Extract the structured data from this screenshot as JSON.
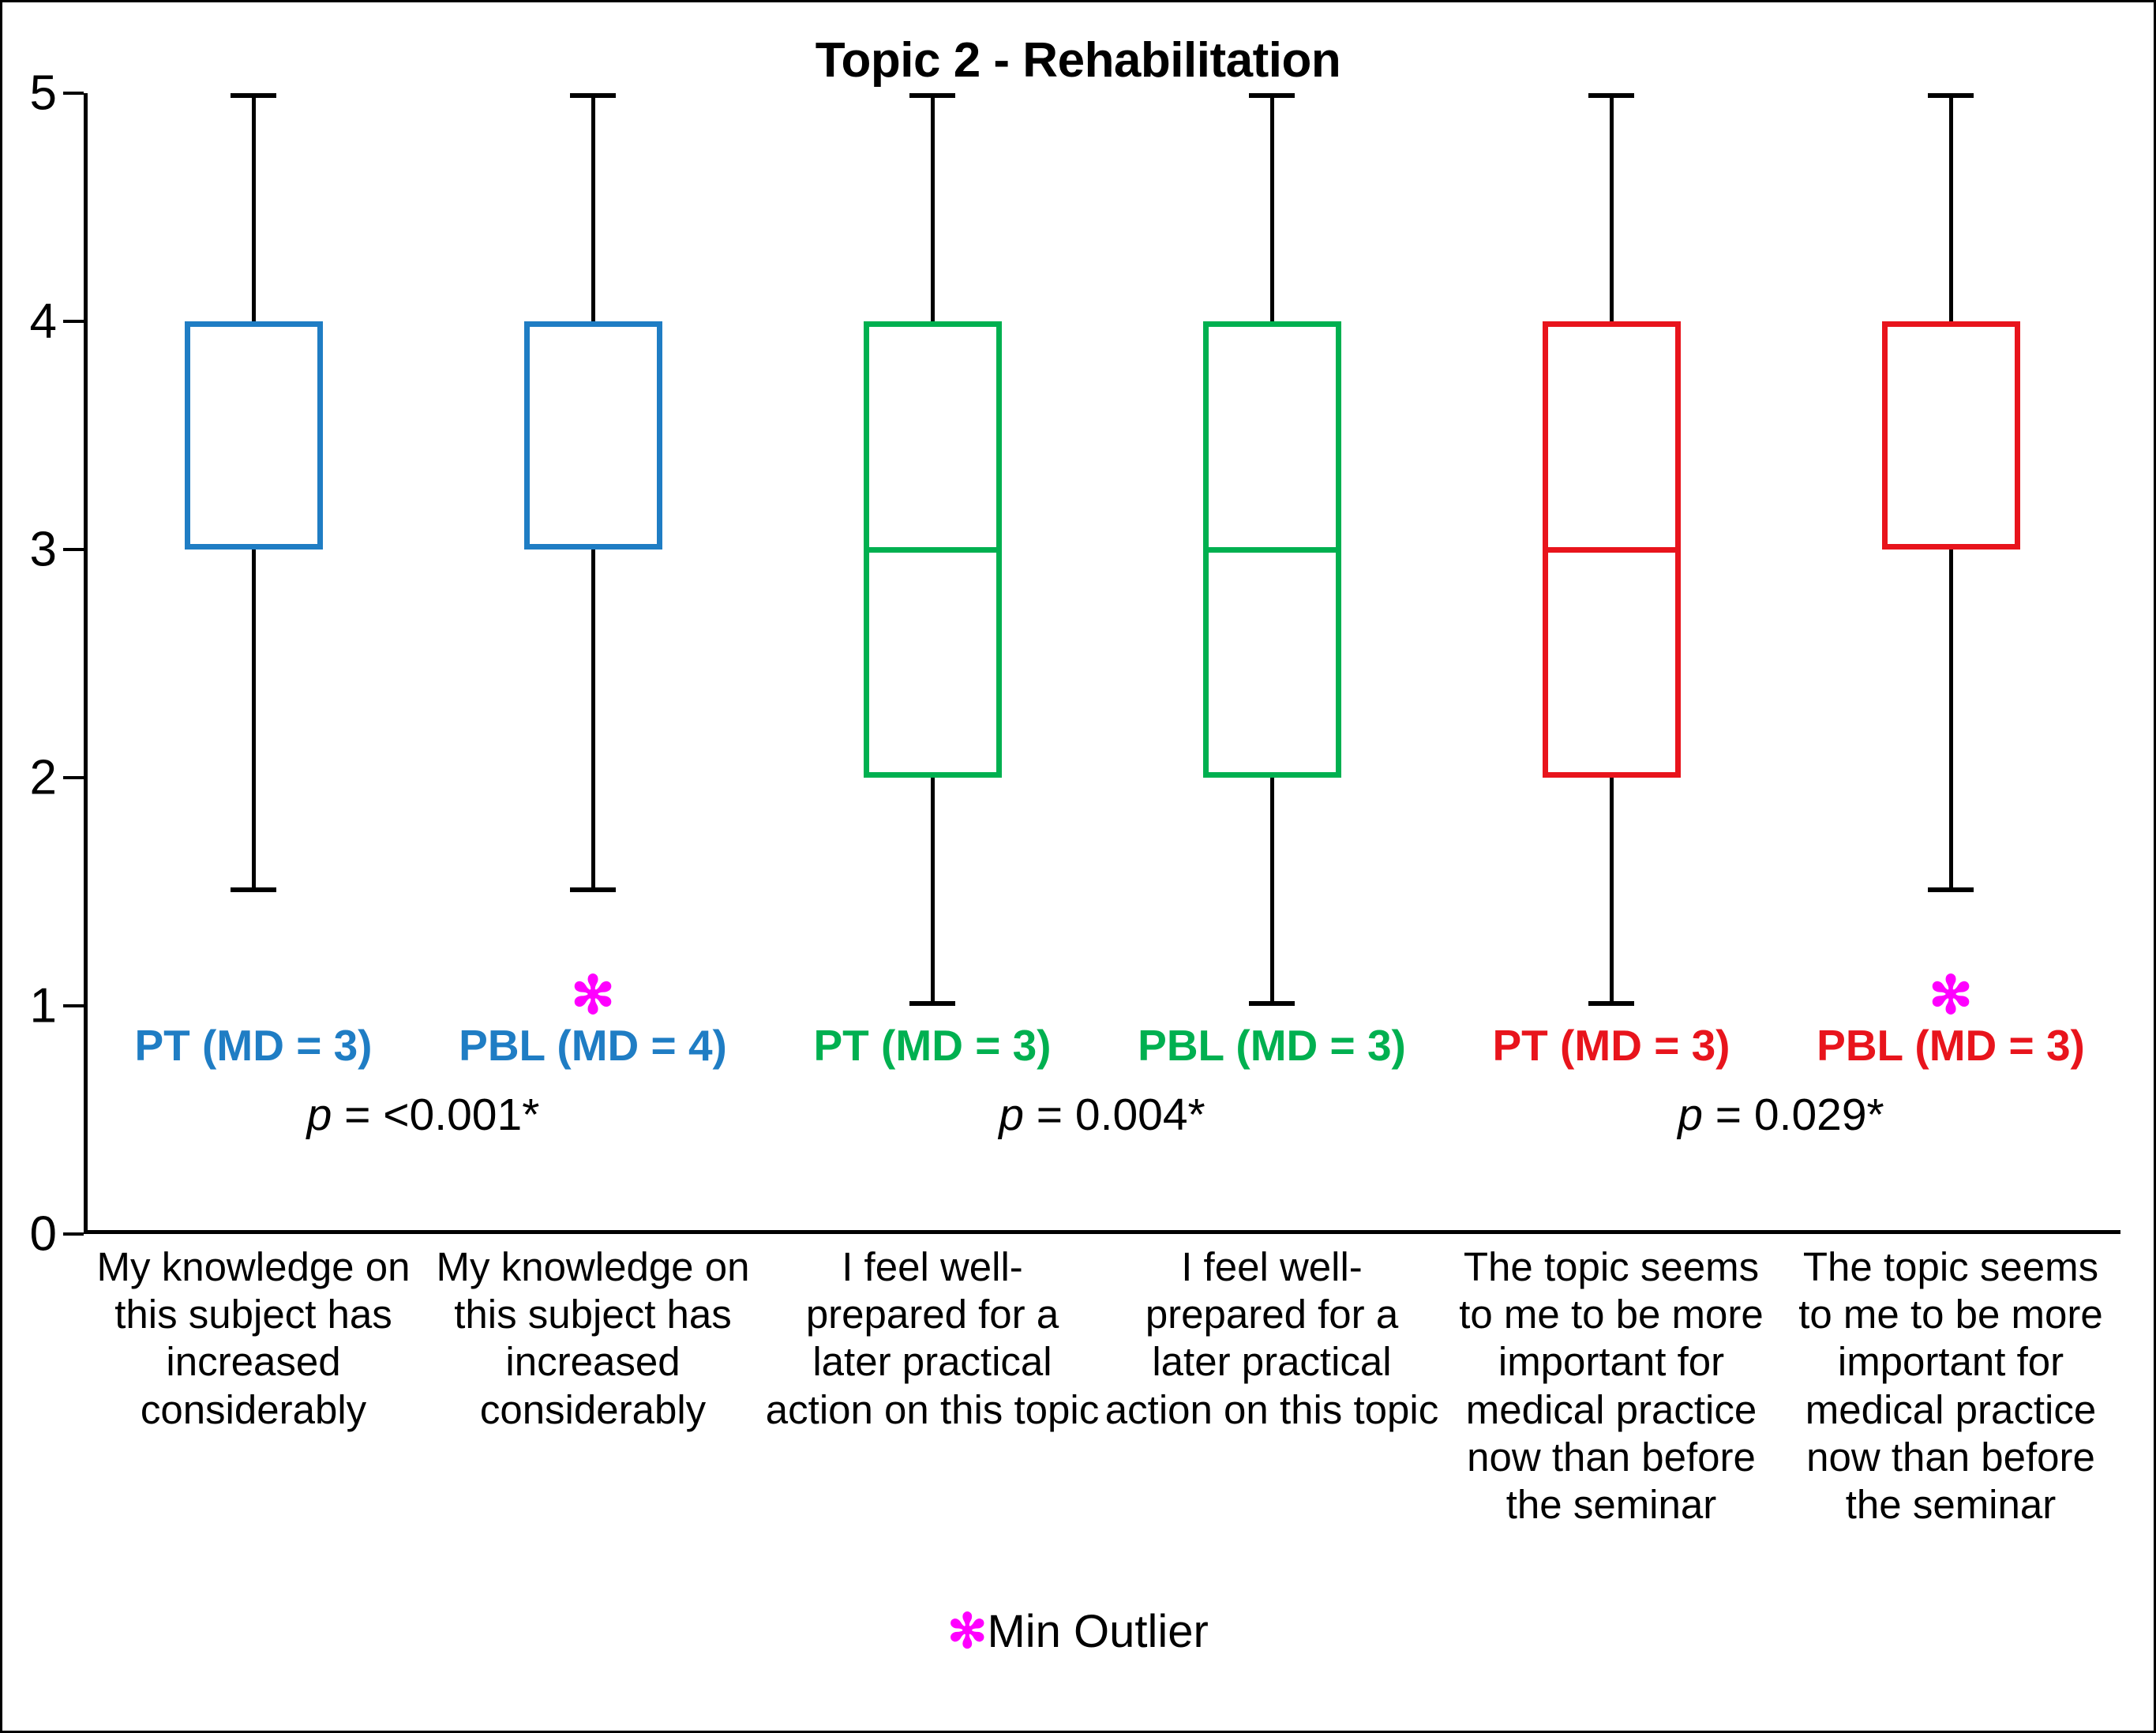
{
  "chart_data": {
    "type": "box",
    "title": "Topic 2 - Rehabilitation",
    "xlabel": "",
    "ylabel": "",
    "ylim": [
      0,
      5
    ],
    "yticks": [
      0,
      1,
      2,
      3,
      4,
      5
    ],
    "ytick_labels": [
      "0",
      "1",
      "2",
      "3",
      "4",
      "5"
    ],
    "grid": false,
    "legend": {
      "position": "bottom-center",
      "marker": "✻",
      "label": "Min Outlier"
    },
    "categories": [
      "My knowledge on this subject has increased considerably",
      "My knowledge on this subject has increased considerably",
      "I feel well-prepared for a later practical action on this topic",
      "I feel well-prepared for a later practical action on this topic",
      "The topic seems to me to be more important for medical practice now than before the seminar",
      "The topic seems to me to be more important for medical practice now than before the seminar"
    ],
    "boxes": [
      {
        "group_label": "PT (MD = 3)",
        "method": "PT",
        "median_label": "MD = 3",
        "color": "#1F7DC4",
        "whisker_low": 1.5,
        "q1": 3,
        "median": 3,
        "q3": 4,
        "whisker_high": 5,
        "outlier": null
      },
      {
        "group_label": "PBL (MD = 4)",
        "method": "PBL",
        "median_label": "MD = 4",
        "color": "#1F7DC4",
        "whisker_low": 1.5,
        "q1": 3,
        "median": 3,
        "q3": 4,
        "whisker_high": 5,
        "outlier": 1.05
      },
      {
        "group_label": "PT (MD = 3)",
        "method": "PT",
        "median_label": "MD = 3",
        "color": "#00B050",
        "whisker_low": 1,
        "q1": 2,
        "median": 3,
        "q3": 4,
        "whisker_high": 5,
        "outlier": null
      },
      {
        "group_label": "PBL (MD = 3)",
        "method": "PBL",
        "median_label": "MD = 3",
        "color": "#00B050",
        "whisker_low": 1,
        "q1": 2,
        "median": 3,
        "q3": 4,
        "whisker_high": 5,
        "outlier": null
      },
      {
        "group_label": "PT (MD = 3)",
        "method": "PT",
        "median_label": "MD = 3",
        "color": "#E8141C",
        "whisker_low": 1,
        "q1": 2,
        "median": 3,
        "q3": 4,
        "whisker_high": 5,
        "outlier": null
      },
      {
        "group_label": "PBL (MD = 3)",
        "method": "PBL",
        "median_label": "MD = 3",
        "color": "#E8141C",
        "whisker_low": 1.5,
        "q1": 3,
        "median": 3,
        "q3": 4,
        "whisker_high": 5,
        "outlier": 1.05
      }
    ],
    "annotations": [
      {
        "text": "p = <0.001*",
        "p_prefix": "p",
        "p_value": " = <0.001*",
        "between_boxes": [
          0,
          1
        ]
      },
      {
        "text": "p = 0.004*",
        "p_prefix": "p",
        "p_value": " = 0.004*",
        "between_boxes": [
          2,
          3
        ]
      },
      {
        "text": "p = 0.029*",
        "p_prefix": "p",
        "p_value": " = 0.029*",
        "between_boxes": [
          4,
          5
        ]
      }
    ]
  },
  "colors": {
    "blue": "#1F7DC4",
    "green": "#00B050",
    "red": "#E8141C",
    "outlier_magenta": "#FF00FF",
    "axis": "#000000",
    "background": "#FFFFFF"
  }
}
